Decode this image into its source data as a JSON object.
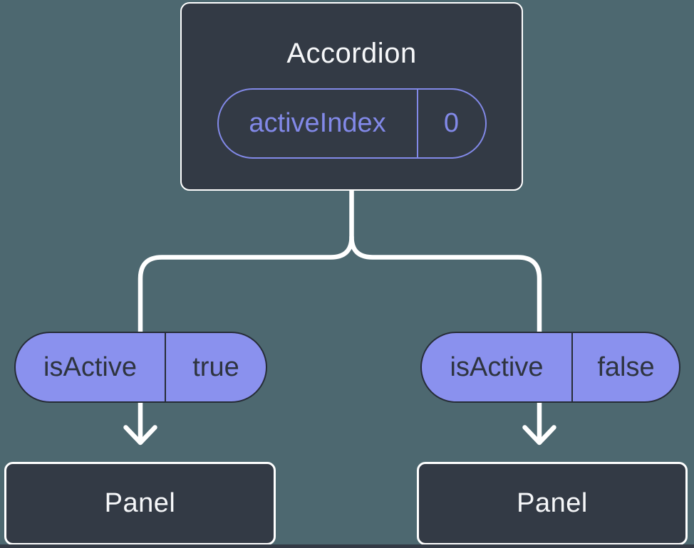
{
  "tree": {
    "root": {
      "title": "Accordion",
      "state": {
        "name": "activeIndex",
        "value": "0"
      }
    },
    "children": [
      {
        "prop": {
          "name": "isActive",
          "value": "true"
        },
        "node_title": "Panel"
      },
      {
        "prop": {
          "name": "isActive",
          "value": "false"
        },
        "node_title": "Panel"
      }
    ]
  },
  "colors": {
    "background": "#4d6870",
    "node_fill": "#333a45",
    "node_border": "#ffffff",
    "node_title_text": "#f6f7f9",
    "state_pill_accent": "#8289e8",
    "prop_pill_fill": "#8a91ee",
    "prop_pill_border": "#262c36",
    "prop_pill_text": "#2e343f",
    "connector": "#ffffff"
  }
}
